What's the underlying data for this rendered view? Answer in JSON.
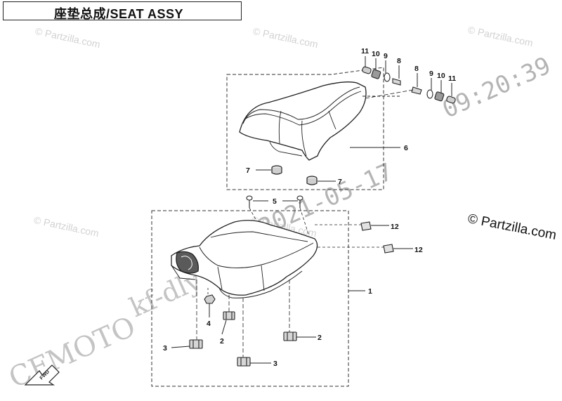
{
  "title": "座垫总成/SEAT ASSY",
  "copyright": "© Partzilla.com",
  "watermark": "© Partzilla.com",
  "stamp": {
    "brand": "CFMOTO",
    "user": "kf-dly",
    "date": "2021-05-17",
    "time": "09:20:39"
  },
  "callouts": {
    "p1": "1",
    "p2": "2",
    "p3": "3",
    "p4": "4",
    "p5": "5",
    "p6": "6",
    "p7": "7",
    "p8": "8",
    "p9": "9",
    "p10": "10",
    "p11": "11",
    "p12": "12"
  },
  "fwd_label": "FWD",
  "colors": {
    "line": "#222222",
    "stamp": "#b8b8b8",
    "watermark": "#d2d2d2"
  }
}
